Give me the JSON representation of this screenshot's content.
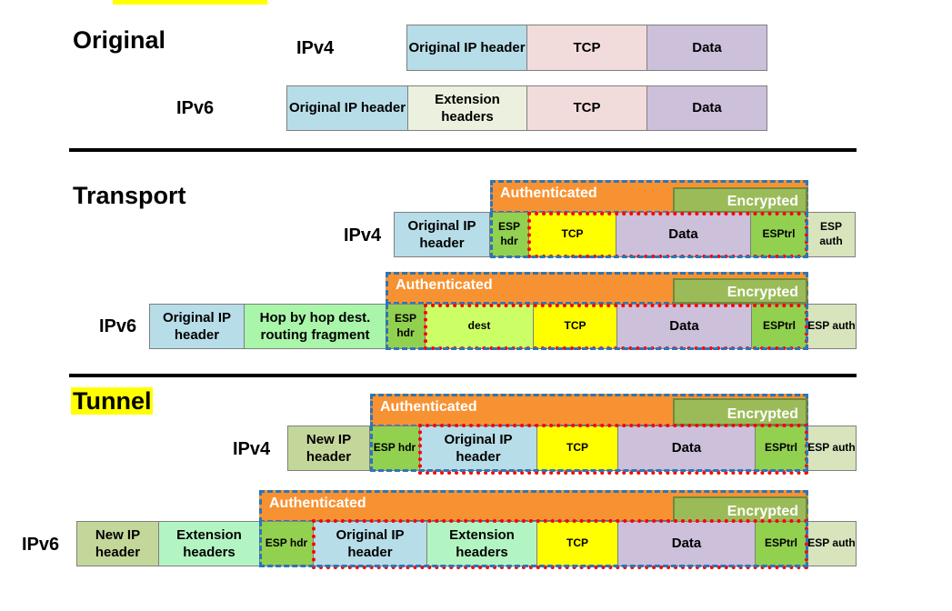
{
  "sections": {
    "original": "Original",
    "transport": "Transport",
    "tunnel": "Tunnel"
  },
  "labels": {
    "ipv4": "IPv4",
    "ipv6": "IPv6"
  },
  "bars": {
    "authenticated": "Authenticated",
    "encrypted": "Encrypted"
  },
  "cells": {
    "original_ip_header": "Original IP header",
    "extension_headers": "Extension headers",
    "tcp": "TCP",
    "data": "Data",
    "esp_hdr": "ESP hdr",
    "esp_trl": "ESPtrl",
    "esp_auth": "ESP auth",
    "hop_by_hop": "Hop by hop dest. routing fragment",
    "dest": "dest",
    "new_ip_header": "New IP header"
  },
  "colors": {
    "ip_header": "#b7dde8",
    "extension": "#ebf1de",
    "tcp_original": "#f2dcdb",
    "data": "#ccc0da",
    "esp_hdr": "#92d050",
    "tcp_encrypted": "#ffff00",
    "esp_auth": "#d7e4bc",
    "hop": "#a9f5a9",
    "dest": "#ccff66",
    "new_ip": "#c4d79b",
    "ext_tunnel": "#b3f5c2",
    "authenticated": "#f79233",
    "encrypted": "#9bbb59",
    "encrypted_outline": "#ff0000",
    "auth_outline": "#2e75b6"
  }
}
